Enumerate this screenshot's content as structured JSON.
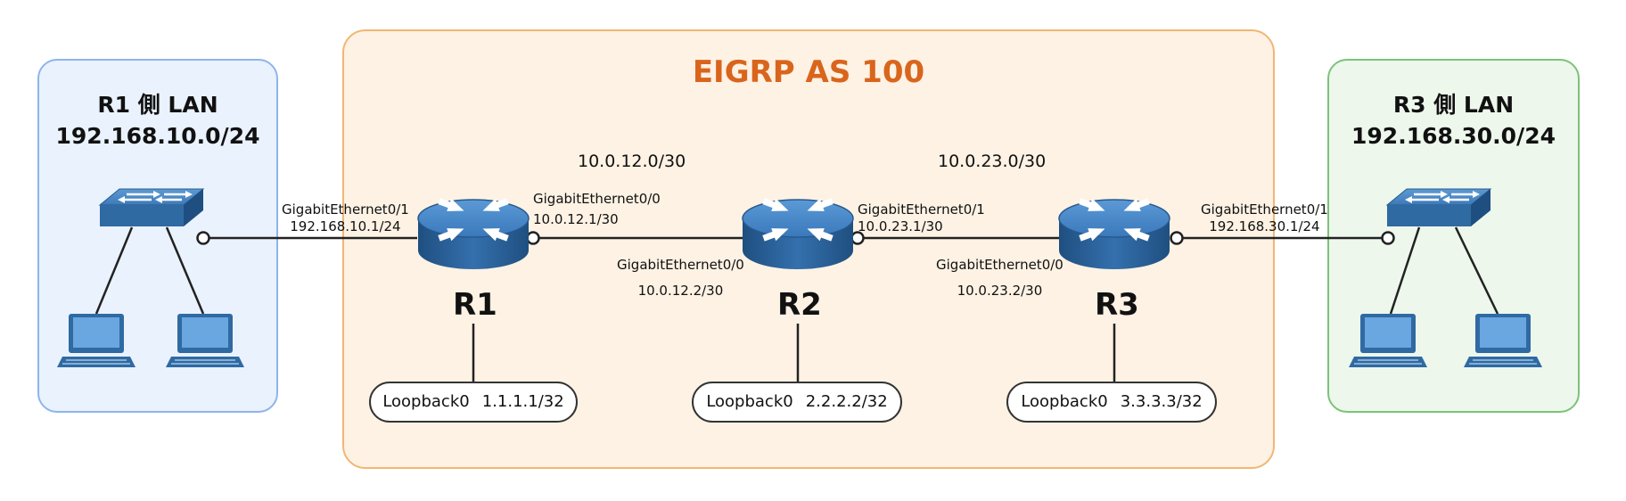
{
  "areas": {
    "left_lan": {
      "title": "R1 側 LAN",
      "subnet": "192.168.10.0/24"
    },
    "as": {
      "title": "EIGRP AS 100"
    },
    "right_lan": {
      "title": "R3 側 LAN",
      "subnet": "192.168.30.0/24"
    }
  },
  "links": {
    "r1_r2_subnet": "10.0.12.0/30",
    "r2_r3_subnet": "10.0.23.0/30"
  },
  "interfaces": {
    "r1_g01": {
      "name": "GigabitEthernet0/1",
      "ip": "192.168.10.1/24"
    },
    "r1_g00": {
      "name": "GigabitEthernet0/0",
      "ip": "10.0.12.1/30"
    },
    "r2_g00": {
      "name": "GigabitEthernet0/0",
      "ip": "10.0.12.2/30"
    },
    "r2_g01": {
      "name": "GigabitEthernet0/1",
      "ip": "10.0.23.1/30"
    },
    "r3_g00": {
      "name": "GigabitEthernet0/0",
      "ip": "10.0.23.2/30"
    },
    "r3_g01": {
      "name": "GigabitEthernet0/1",
      "ip": "192.168.30.1/24"
    }
  },
  "routers": [
    {
      "name": "R1",
      "loopback_label": "Loopback0",
      "loopback_ip": "1.1.1.1/32"
    },
    {
      "name": "R2",
      "loopback_label": "Loopback0",
      "loopback_ip": "2.2.2.2/32"
    },
    {
      "name": "R3",
      "loopback_label": "Loopback0",
      "loopback_ip": "3.3.3.3/32"
    }
  ],
  "colors": {
    "left_lan_fill": "#eaf2fd",
    "left_lan_border": "#8fb4ec",
    "as_fill": "#fdf2e4",
    "as_border": "#f2b673",
    "as_title": "#d9651d",
    "right_lan_fill": "#edf7ec",
    "right_lan_border": "#7cc27a",
    "device_blue": "#2f6aa3"
  },
  "icons": [
    "router-icon",
    "switch-icon",
    "pc-icon"
  ]
}
